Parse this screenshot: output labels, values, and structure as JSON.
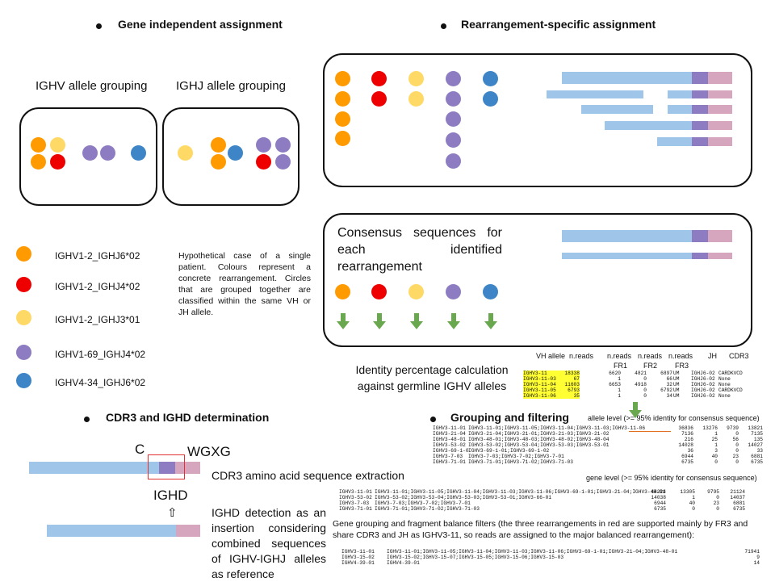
{
  "sections": {
    "gene_independent": "Gene independent assignment",
    "rearrangement_specific": "Rearrangement-specific assignment",
    "cdr3": "CDR3 and IGHD determination",
    "grouping": "Grouping and filtering"
  },
  "grouping_labels": {
    "ighv": "IGHV allele grouping",
    "ighj": "IGHJ allele grouping"
  },
  "legend": [
    {
      "label": "IGHV1-2_IGHJ6*02",
      "color": "#ff9a00"
    },
    {
      "label": "IGHV1-2_IGHJ4*02",
      "color": "#ee0000"
    },
    {
      "label": "IGHV1-2_IGHJ3*01",
      "color": "#ffd966"
    },
    {
      "label": "IGHV1-69_IGHJ4*02",
      "color": "#8e7cc3"
    },
    {
      "label": "IGHV4-34_IGHJ6*02",
      "color": "#3d85c6"
    }
  ],
  "hypothetical_note": "Hypothetical case of a single patient. Colours represent a concrete rearrangement. Circles that are grouped together are classified within the same VH or JH allele.",
  "consensus_text": "Consensus sequences for each identified rearrangement",
  "identity_text": "Identity percentage calculation against germline IGHV alleles",
  "identity_table": {
    "headers": {
      "vh": "VH allele",
      "nreads": "n.reads",
      "fr1a": "n.reads",
      "fr1b": "FR1",
      "fr2a": "n.reads",
      "fr2b": "FR2",
      "fr3a": "n.reads",
      "fr3b": "FR3",
      "jh": "JH",
      "cdr3": "CDR3"
    },
    "rows": [
      [
        "IGHV3-11-01",
        "18338",
        "6620",
        "4821",
        "6897",
        "UM",
        "IGHJ6-02",
        "CARDKVCD"
      ],
      [
        "IGHV3-11-03",
        "67",
        "1",
        "0",
        "66",
        "UM",
        "IGHJ6-02",
        "None"
      ],
      [
        "IGHV3-11-04",
        "11603",
        "6653",
        "4918",
        "32",
        "UM",
        "IGHJ6-02",
        "None"
      ],
      [
        "IGHV3-11-05",
        "6793",
        "1",
        "0",
        "6792",
        "UM",
        "IGHJ6-02",
        "CARDKVCD"
      ],
      [
        "IGHV3-11-06",
        "35",
        "1",
        "0",
        "34",
        "UM",
        "IGHJ6-02",
        "None"
      ]
    ]
  },
  "allele_level_label": "allele level (>= 95% identity for consensus sequence)",
  "allele_table": [
    [
      "IGHV3-11-01",
      "IGHV3-11-01;IGHV3-11-05;IGHV3-11-04;IGHV3-11-03;IGHV3-11-06",
      "36836",
      "13276",
      "9739",
      "13821"
    ],
    [
      "IGHV3-21-04",
      "IGHV3-21-04;IGHV3-21-01;IGHV3-21-03;IGHV3-21-02",
      "7136",
      "1",
      "0",
      "7135"
    ],
    [
      "IGHV3-48-01",
      "IGHV3-48-01;IGHV3-48-03;IGHV3-48-02;IGHV3-48-04",
      "216",
      "25",
      "56",
      "135"
    ],
    [
      "IGHV3-53-02",
      "IGHV3-53-02;IGHV3-53-04;IGHV3-53-03;IGHV3-53-01",
      "14028",
      "1",
      "0",
      "14027"
    ],
    [
      "IGHV3-69-1-0",
      "IGHV3-69-1-01;IGHV3-69-1-02",
      "36",
      "3",
      "0",
      "33"
    ],
    [
      "IGHV3-7-03",
      "IGHV3-7-03;IGHV3-7-02;IGHV3-7-01",
      "6944",
      "40",
      "23",
      "6881"
    ],
    [
      "IGHV3-71-01",
      "IGHV3-71-01;IGHV3-71-02;IGHV3-71-03",
      "6735",
      "0",
      "0",
      "6735"
    ]
  ],
  "gene_level_label": "gene level (>= 95% identity for consensus sequence)",
  "gene_table": [
    [
      "IGHV3-11-01",
      "IGHV3-11-01;IGHV3-11-05;IGHV3-11-04;IGHV3-11-03;IGHV3-11-06;IGHV3-69-1-01;IGHV3-21-04;IGHV3-48-01",
      "44224",
      "13305",
      "9795",
      "21124"
    ],
    [
      "IGHV3-53-02",
      "IGHV3-53-02;IGHV3-53-04;IGHV3-53-03;IGHV3-53-01;IGHV3-66-01",
      "14038",
      "1",
      "0",
      "14037"
    ],
    [
      "IGHV3-7-03",
      "IGHV3-7-03;IGHV3-7-02;IGHV3-7-01",
      "6944",
      "40",
      "23",
      "6881"
    ],
    [
      "IGHV3-71-01",
      "IGHV3-71-01;IGHV3-71-02;IGHV3-71-03",
      "6735",
      "0",
      "0",
      "6735"
    ]
  ],
  "filter_text": "Gene grouping and fragment balance filters (the three rearrangements in red are supported mainly by FR3 and share CDR3 and JH as IGHV3-11, so reads are assigned to the major balanced rearrangement):",
  "final_table": [
    [
      "IGHV3-11-01",
      "IGHV3-11-01;IGHV3-11-05;IGHV3-11-04;IGHV3-11-03;IGHV3-11-06;IGHV3-69-1-01;IGHV3-21-04;IGHV3-48-01",
      "71941"
    ],
    [
      "IGHV3-15-02",
      "IGHV3-15-02;IGHV3-15-07;IGHV3-15-05;IGHV3-15-06;IGHV3-15-03",
      "9"
    ],
    [
      "IGHV4-39-01",
      "IGHV4-39-01",
      "14"
    ]
  ],
  "cdr3": {
    "c_label": "C",
    "wgxg_label": "WGXG",
    "extraction_text": "CDR3 amino acid sequence extraction",
    "ighd_label": "IGHD",
    "arrow_glyph": "⇧",
    "ighd_text": "IGHD detection as an insertion considering combined sequences of IGHV-IGHJ alleles as reference"
  }
}
